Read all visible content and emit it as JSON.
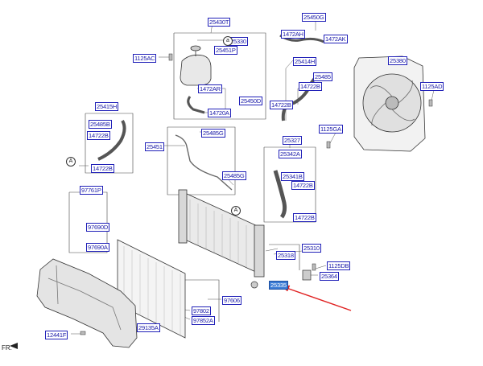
{
  "labels": {
    "p25430T": "25430T",
    "p25450G": "25450G",
    "p1472AH": "1472AH",
    "p1472AK": "1472AK",
    "p25330": "25330",
    "p25451P": "25451P",
    "p1125AC": "1125AC",
    "p25380": "25380",
    "p25414H": "25414H",
    "p25485_top": "25485",
    "p14722B_a": "14722B",
    "p1125AD": "1125AD",
    "p1472AR": "1472AR",
    "p25450D": "25450D",
    "p14722B_b": "14722B",
    "p14720A": "14720A",
    "p25415H": "25415H",
    "p25485B": "25485B",
    "p14722B_c": "14722B",
    "p14722B_d": "14722B",
    "p1125GA": "1125GA",
    "p25485G_a": "25485G",
    "p25451": "25451",
    "p25327": "25327",
    "p25342A": "25342A",
    "p25341B": "25341B",
    "p14722B_e": "14722B",
    "p14722B_f": "14722B",
    "p25485G_b": "25485G",
    "p97761P": "97761P",
    "p97690D": "97690D",
    "p97690A": "97690A",
    "p25310": "25310",
    "p25318": "25318",
    "p1125DB": "1125DB",
    "p25364": "25364",
    "p25335": "25335",
    "p97606": "97606",
    "p97802": "97802",
    "p97852A": "97852A",
    "p12441F": "12441F",
    "p29135A": "29135A"
  },
  "markers": {
    "a": "a",
    "A1": "A",
    "A2": "A"
  },
  "footer_text": "FR.",
  "highlight_color": "#3a7bd5",
  "arrow_color": "#e02020",
  "highlighted_part": "25335"
}
